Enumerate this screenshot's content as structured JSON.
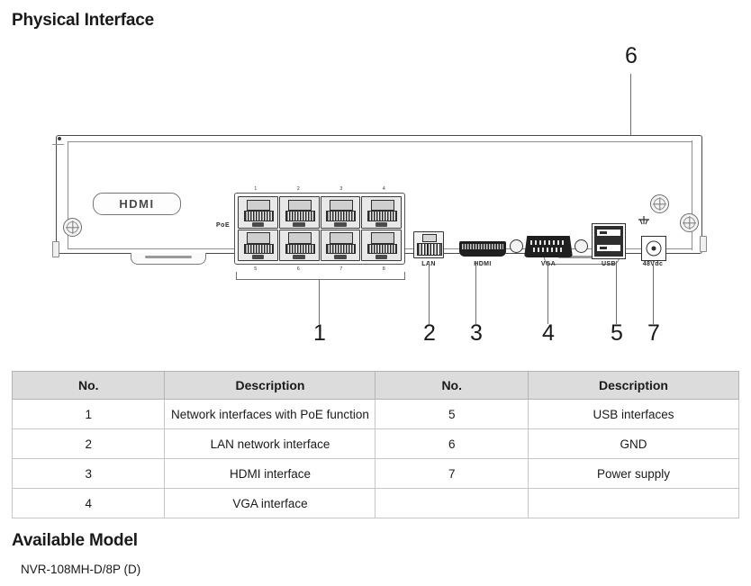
{
  "headings": {
    "physical_interface": "Physical Interface",
    "available_model": "Available Model"
  },
  "available_model": {
    "model": "NVR-108MH-D/8P (D)"
  },
  "diagram": {
    "brand_badge": "HDMI",
    "poe_label": "PoE",
    "poe_port_numbers_top": [
      "1",
      "2",
      "3",
      "4"
    ],
    "poe_port_numbers_bottom": [
      "5",
      "6",
      "7",
      "8"
    ],
    "port_labels": {
      "lan": "LAN",
      "hdmi": "HDMI",
      "vga": "VGA",
      "usb": "USB",
      "power": "48Vdc"
    },
    "callouts": [
      {
        "number": "1",
        "target": "poe-network-interfaces"
      },
      {
        "number": "2",
        "target": "lan-interface"
      },
      {
        "number": "3",
        "target": "hdmi-interface"
      },
      {
        "number": "4",
        "target": "vga-interface"
      },
      {
        "number": "5",
        "target": "usb-interfaces"
      },
      {
        "number": "6",
        "target": "gnd-screw"
      },
      {
        "number": "7",
        "target": "power-supply"
      }
    ]
  },
  "table": {
    "headers": [
      "No.",
      "Description",
      "No.",
      "Description"
    ],
    "rows": [
      {
        "no_left": "1",
        "desc_left": "Network interfaces with PoE function",
        "no_right": "5",
        "desc_right": "USB interfaces"
      },
      {
        "no_left": "2",
        "desc_left": "LAN network interface",
        "no_right": "6",
        "desc_right": "GND"
      },
      {
        "no_left": "3",
        "desc_left": "HDMI interface",
        "no_right": "7",
        "desc_right": "Power supply"
      },
      {
        "no_left": "4",
        "desc_left": "VGA interface",
        "no_right": "",
        "desc_right": ""
      }
    ]
  },
  "colors": {
    "table_header_bg": "#dcdcdc",
    "table_border": "#c6c6c6",
    "text": "#1a1a1a",
    "line": "#6f6f6f"
  }
}
